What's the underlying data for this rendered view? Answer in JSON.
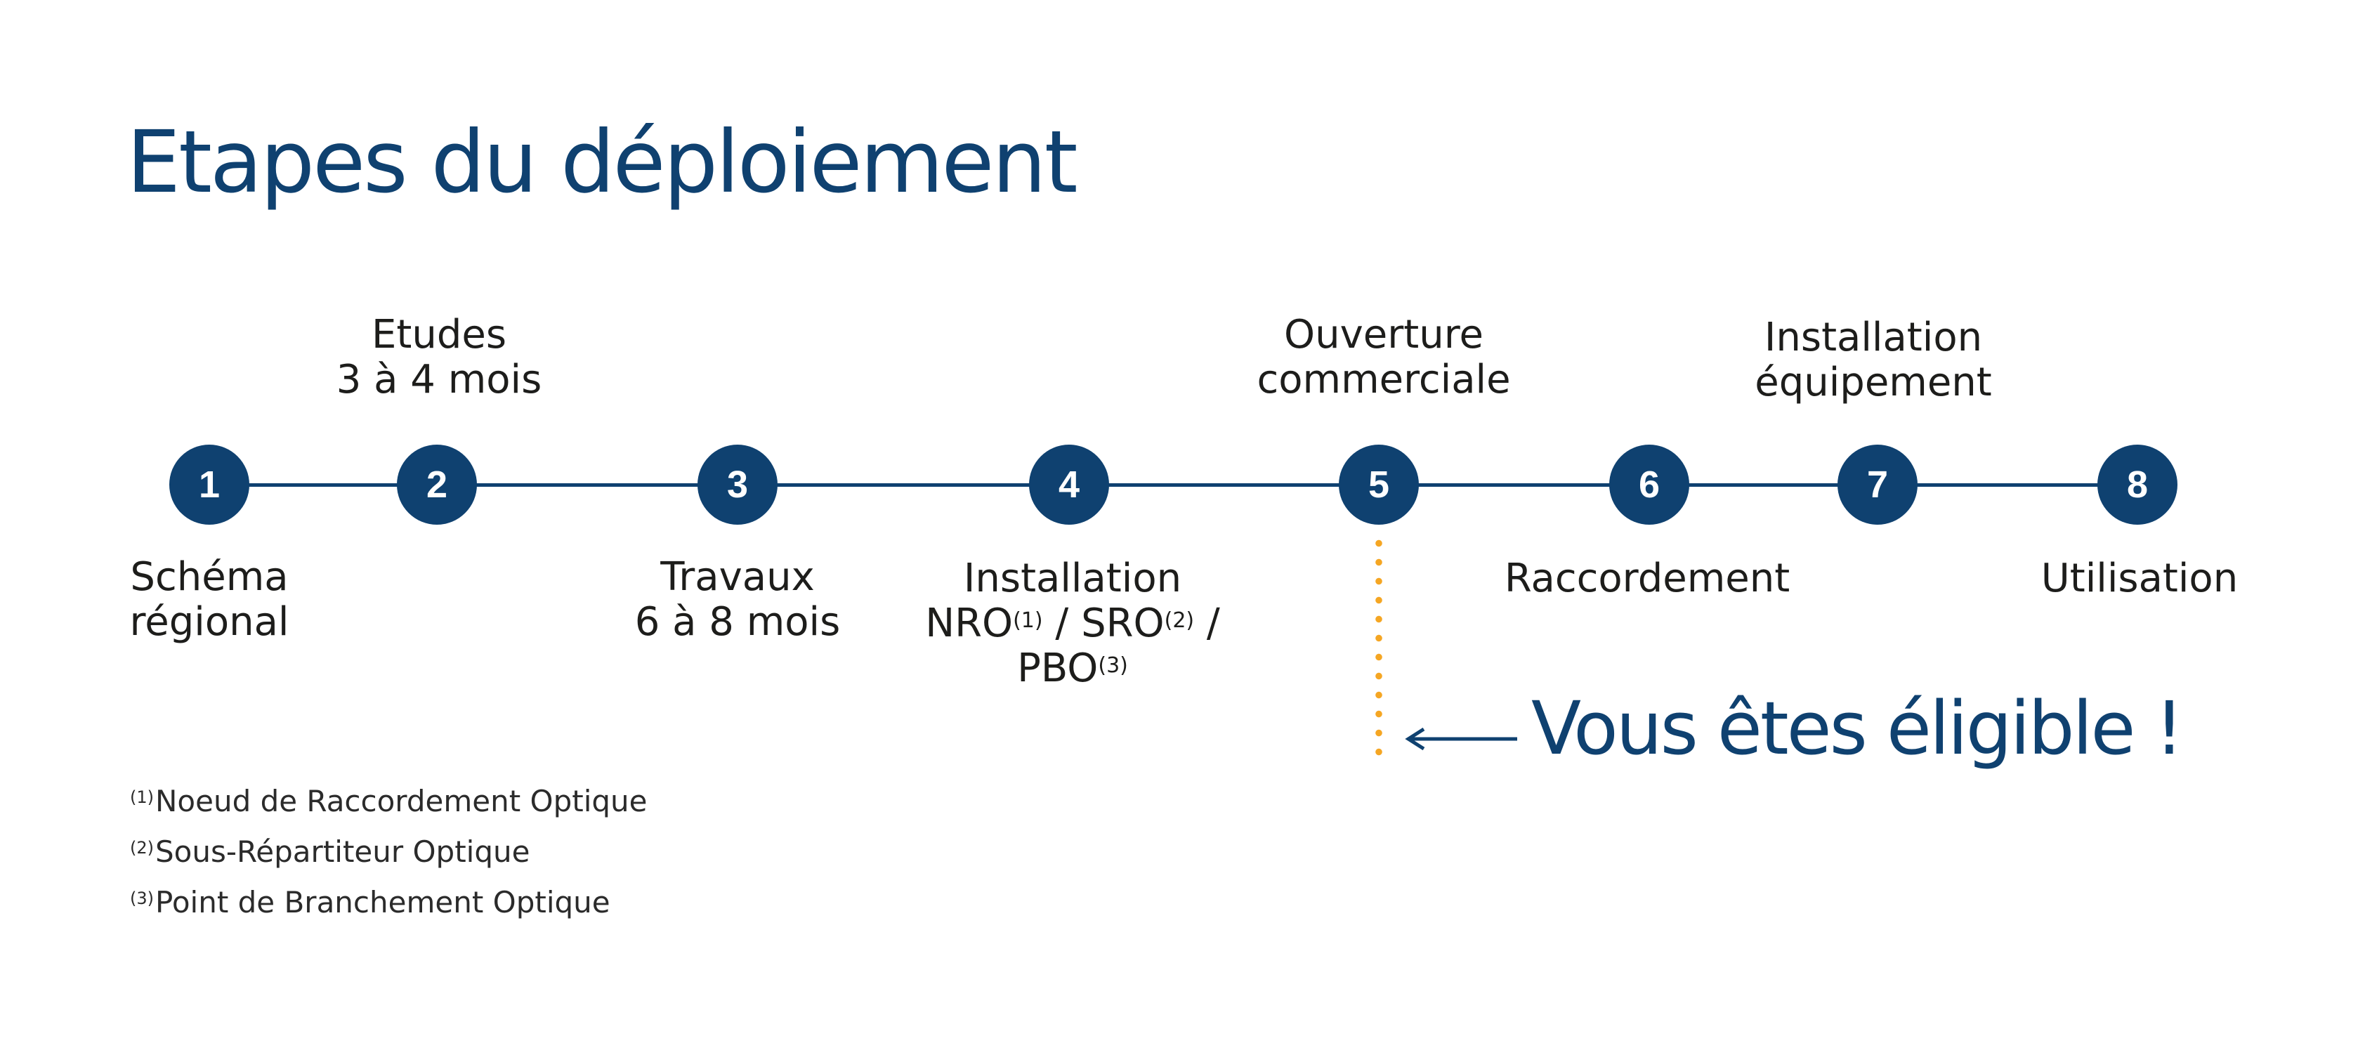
{
  "title": "Etapes du déploiement",
  "colors": {
    "primary": "#0f4170",
    "dots": "#f5a623",
    "text": "#1d1d1b"
  },
  "steps": [
    {
      "number": "1",
      "label": [
        "Schéma",
        "régional"
      ]
    },
    {
      "number": "2",
      "label": [
        "Etudes",
        "3 à 4 mois"
      ]
    },
    {
      "number": "3",
      "label": [
        "Travaux",
        "6 à 8 mois"
      ]
    },
    {
      "number": "4",
      "label": [
        "Installation",
        "NRO",
        "(1)",
        " / SRO",
        "(2)",
        " /",
        "PBO",
        "(3)"
      ]
    },
    {
      "number": "5",
      "label": [
        "Ouverture",
        "commerciale"
      ]
    },
    {
      "number": "6",
      "label": [
        "Raccordement"
      ]
    },
    {
      "number": "7",
      "label": [
        "Installation",
        "équipement"
      ]
    },
    {
      "number": "8",
      "label": [
        "Utilisation"
      ]
    }
  ],
  "eligible_text": "Vous êtes éligible !",
  "eligible_marker_icon": "arrow-left-icon",
  "footnotes": [
    {
      "mark": "(1)",
      "text": "Noeud de Raccordement Optique"
    },
    {
      "mark": "(2)",
      "text": "Sous-Répartiteur Optique"
    },
    {
      "mark": "(3)",
      "text": "Point de Branchement Optique"
    }
  ]
}
